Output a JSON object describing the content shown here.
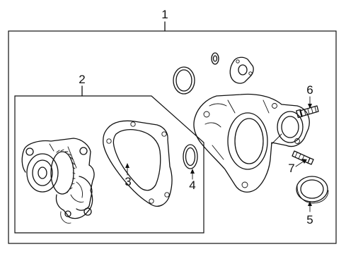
{
  "callouts": {
    "c1": "1",
    "c2": "2",
    "c3": "3",
    "c4": "4",
    "c5": "5",
    "c6": "6",
    "c7": "7"
  },
  "parts": [
    {
      "number": "1",
      "name": "water-pump-assembly"
    },
    {
      "number": "2",
      "name": "water-pump"
    },
    {
      "number": "3",
      "name": "gasket"
    },
    {
      "number": "4",
      "name": "o-ring"
    },
    {
      "number": "5",
      "name": "seal"
    },
    {
      "number": "6",
      "name": "stud"
    },
    {
      "number": "7",
      "name": "stud"
    }
  ]
}
